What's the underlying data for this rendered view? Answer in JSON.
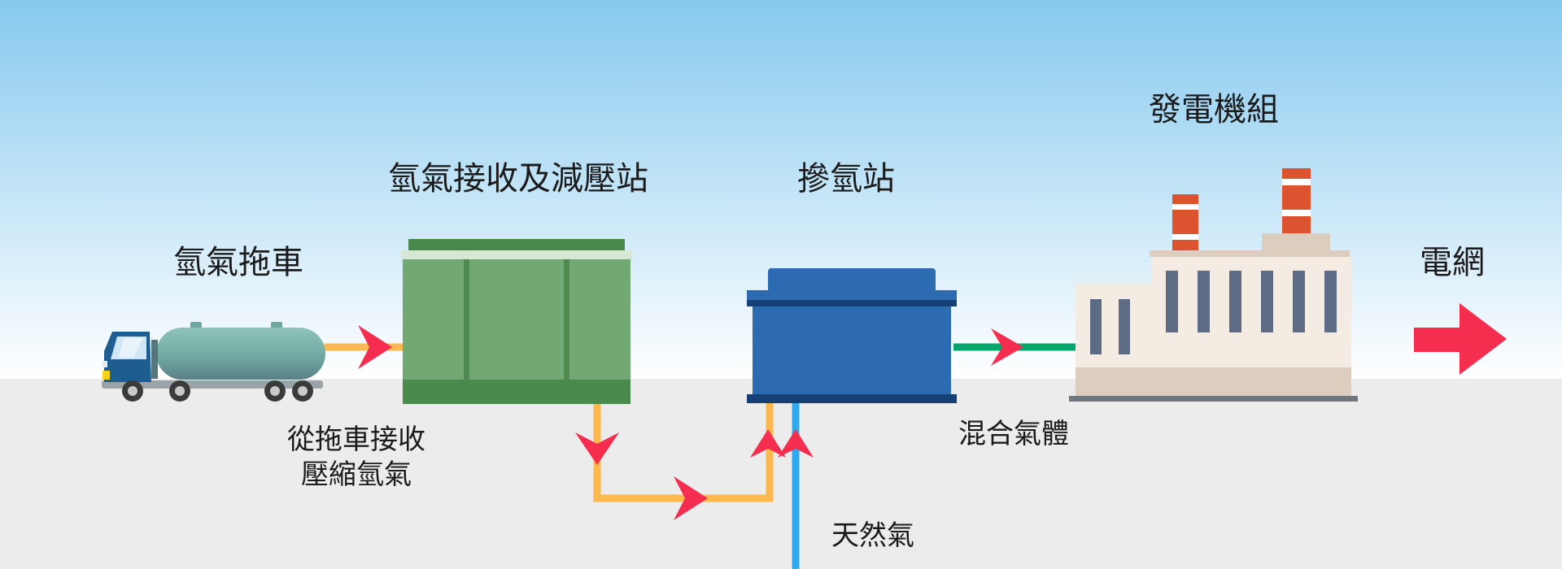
{
  "labels": {
    "truck": "氫氣拖車",
    "station": "氫氣接收及減壓站",
    "blending": "摻氫站",
    "generator": "發電機組",
    "grid": "電網",
    "receive_line1": "從拖車接收",
    "receive_line2": "壓縮氫氣",
    "mixed_gas": "混合氣體",
    "natural_gas": "天然氣"
  },
  "colors": {
    "sky_top": "#86c9ef",
    "sky_bottom": "#ffffff",
    "ground": "#ececec",
    "hydrogen_pipe": "#fdb94d",
    "mixed_pipe": "#00a86b",
    "natural_gas_pipe": "#2fa9f0",
    "arrow": "#f52d4f",
    "station_green": "#72a873",
    "blending_blue": "#2c6ab2",
    "factory_wall": "#f4ebe2",
    "chimney_red": "#dc5330"
  },
  "icons": {
    "truck": "tanker-truck-icon",
    "station": "receiving-station-icon",
    "blending": "blending-station-icon",
    "generator": "power-plant-icon",
    "grid": "grid-arrow-icon"
  }
}
